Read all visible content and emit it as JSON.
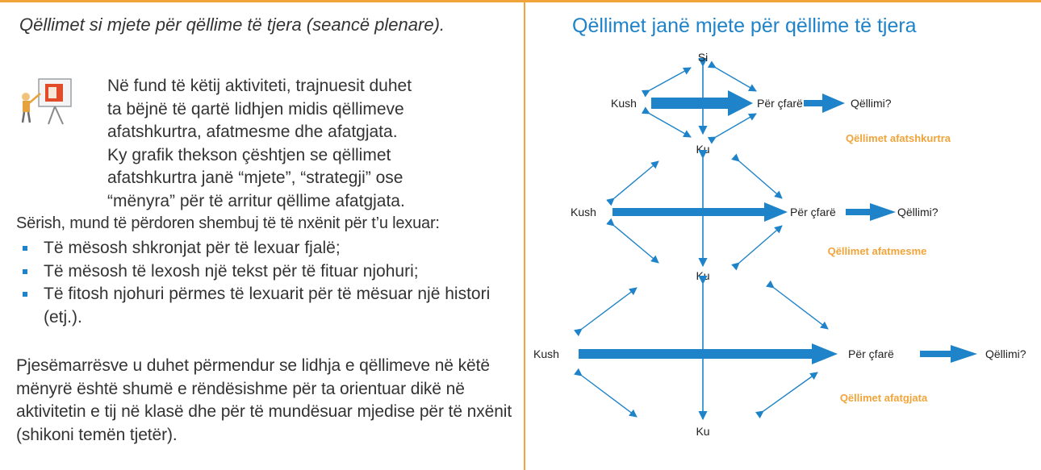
{
  "left": {
    "intro": "Qëllimet si mjete për qëllime të tjera (seancë plenare).",
    "paragraph1_lines": [
      "Në fund të këtij aktiviteti, trajnuesit duhet",
      "ta bëjnë të qartë lidhjen midis qëllimeve",
      "afatshkurtra, afatmesme dhe afatgjata.",
      "Ky grafik thekson çështjen se qëllimet",
      "afatshkurtra janë “mjete”, “strategji” ose",
      "“mënyra” për të arritur qëllime afatgjata."
    ],
    "paragraph2": "Sërish, mund të përdoren shembuj të të nxënit për t’u lexuar:",
    "bullets": [
      "Të mësosh shkronjat për të lexuar fjalë;",
      "Të mësosh të lexosh një tekst për të fituar njohuri;",
      "Të fitosh njohuri përmes të lexuarit për të mësuar një histori (etj.)."
    ],
    "paragraph3": "Pjesëmarrësve u duhet përmendur se lidhja e qëllimeve në këtë mënyrë është shumë e rëndësishme për ta orientuar dikë në aktivitetin e tij në klasë dhe për të mundësuar mjedise për të nxënit (shikoni temën tjetër).",
    "icon": "presentation-board-icon"
  },
  "diagram": {
    "title": "Qëllimet janë mjete për qëllime të tjera",
    "arrow_color": "#1e83c8",
    "label_color": "#f0a43a",
    "levels": [
      {
        "top": "Si",
        "left": "Kush",
        "right": "Për çfarë",
        "goal": "Qëllimi?",
        "bottom": "Ku",
        "caption": "Qëllimet afatshkurtra"
      },
      {
        "left": "Kush",
        "right": "Për çfarë",
        "goal": "Qëllimi?",
        "bottom": "Ku",
        "caption": "Qëllimet afatmesme"
      },
      {
        "left": "Kush",
        "right": "Për çfarë",
        "goal": "Qëllimi?",
        "bottom": "Ku",
        "caption": "Qëllimet afatgjata"
      }
    ]
  }
}
